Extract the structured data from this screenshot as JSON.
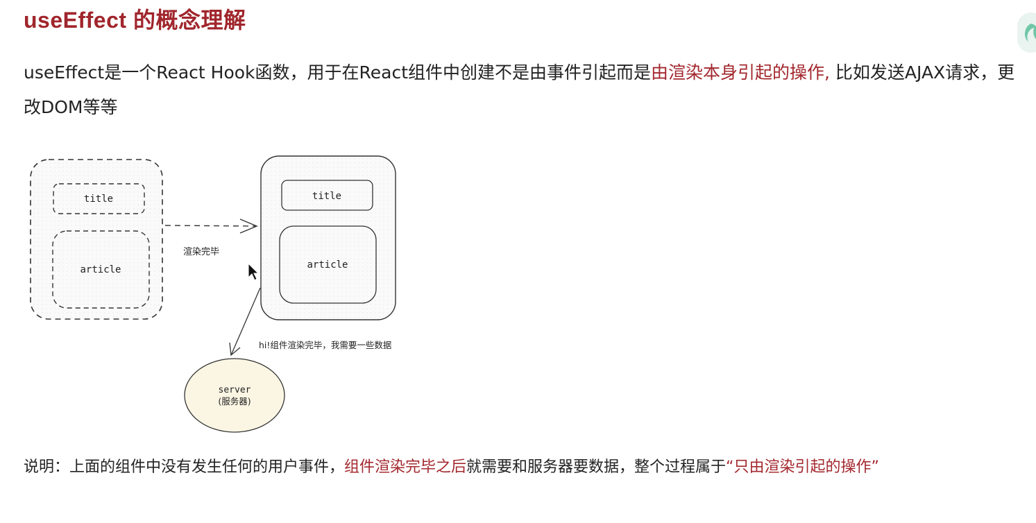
{
  "title": "useEffect 的概念理解",
  "intro": {
    "part1": "useEffect是一个React Hook函数，用于在React组件中创建不是由事件引起而是",
    "highlight": "由渲染本身引起的操作,",
    "part2": " 比如发送AJAX请求，更改DOM等等"
  },
  "diagram": {
    "left_box": {
      "title": "title",
      "article": "article"
    },
    "right_box": {
      "title": "title",
      "article": "article"
    },
    "arrow_label": "渲染完毕",
    "request_label": "hi!组件渲染完毕，我需要一些数据",
    "server": {
      "line1": "server",
      "line2": "(服务器)"
    }
  },
  "note": {
    "part1": "说明：上面的组件中没有发生任何的用户事件，",
    "highlight1": "组件渲染完毕之后",
    "part2": "就需要和服务器要数据，整个过程属于",
    "highlight2": "“只由渲染引起的操作”"
  },
  "colors": {
    "title": "#a0262c",
    "highlight": "#a3282e",
    "server_fill": "#fbf6e4"
  }
}
